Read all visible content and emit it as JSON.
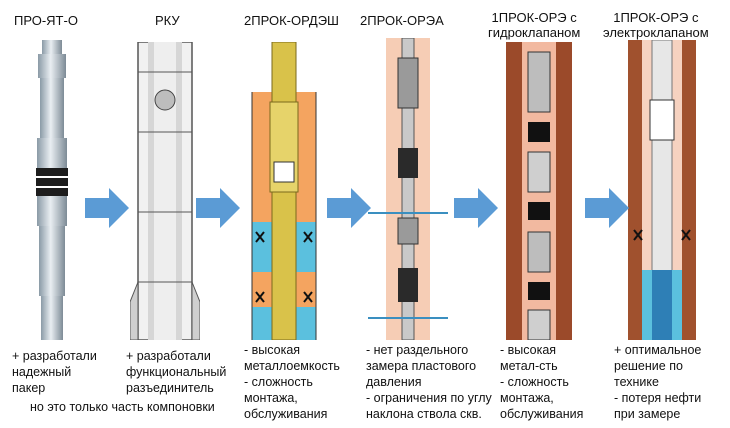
{
  "columns": [
    {
      "title": "ПРО-ЯТ-О",
      "caption": [
        "+ разработали",
        "надежный",
        "пакер"
      ]
    },
    {
      "title": "РКУ",
      "caption": [
        "+ разработали",
        "функциональный",
        "разъединитель"
      ]
    },
    {
      "title": "2ПРОК-ОРДЭШ",
      "caption": [
        "- высокая",
        "металлоемкость",
        "- сложность",
        "монтажа,",
        "обслуживания"
      ]
    },
    {
      "title": "2ПРОК-ОРЭА",
      "caption": [
        "- нет раздельного",
        "замера пластового",
        "давления",
        "- ограничения по углу",
        "наклона ствола скв."
      ]
    },
    {
      "title_lines": [
        "1ПРОК-ОРЭ с",
        "гидроклапаном"
      ],
      "caption": [
        "- высокая",
        "метал-сть",
        "- сложность",
        "монтажа,",
        "обслуживания"
      ]
    },
    {
      "title_lines": [
        "1ПРОК-ОРЭ с",
        "электроклапаном"
      ],
      "caption": [
        "+ оптимальное",
        "решение по",
        "технике",
        "- потеря нефти",
        "при замере"
      ]
    }
  ],
  "footnote": "но это только часть компоновки",
  "colors": {
    "arrow": "#5b9bd5",
    "oil": "#f4a460",
    "water": "#5bc0de",
    "steel": "#b0bec5"
  }
}
